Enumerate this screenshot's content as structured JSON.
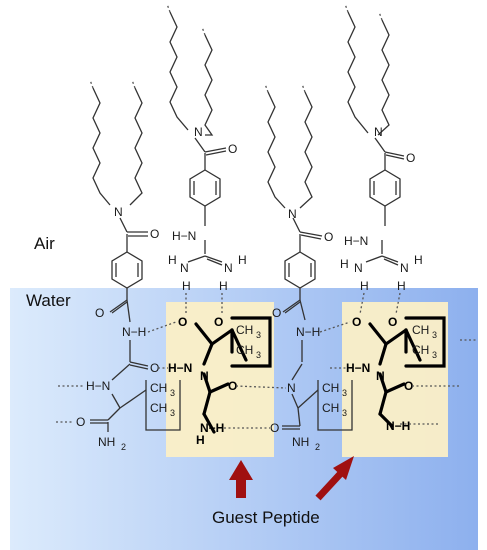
{
  "labels": {
    "air": "Air",
    "water": "Water",
    "guest_peptide": "Guest Peptide"
  },
  "atoms": {
    "N": "N",
    "O": "O",
    "H": "H",
    "HN": "H−N",
    "NH": "N−H",
    "NH2": "NH",
    "sub2": "2",
    "CH3": "CH",
    "sub3": "3",
    "HNmethyl": "H−N"
  },
  "colors": {
    "water_light": "#dbe9fb",
    "water_dark": "#8fb3ee",
    "guest_box": "#fbefc6",
    "arrow": "#a01010"
  }
}
